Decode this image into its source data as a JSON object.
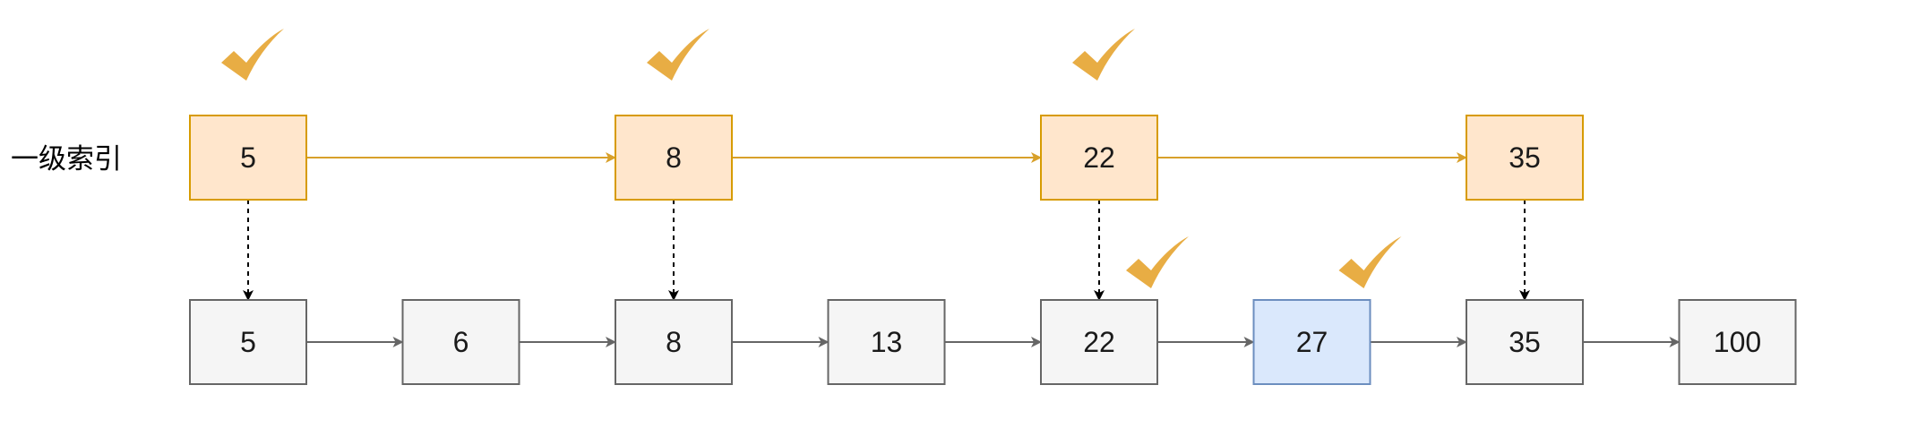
{
  "level_label": "一级索引",
  "index_nodes": [
    "5",
    "8",
    "22",
    "35"
  ],
  "base_nodes": [
    "5",
    "6",
    "8",
    "13",
    "22",
    "27",
    "35",
    "100"
  ],
  "highlighted_base_node": "27",
  "checkmarks": [
    "index-5",
    "index-8",
    "index-22",
    "base-22",
    "base-27"
  ],
  "colors": {
    "index_fill": "#ffe6cc",
    "index_stroke": "#d79b00",
    "index_arrow": "#d8a02a",
    "base_fill": "#f5f5f5",
    "base_stroke": "#666666",
    "base_arrow": "#666666",
    "highlight_fill": "#dae8fc",
    "highlight_stroke": "#6c8ebf",
    "check": "#e8ad44",
    "down_arrow": "#000000"
  }
}
